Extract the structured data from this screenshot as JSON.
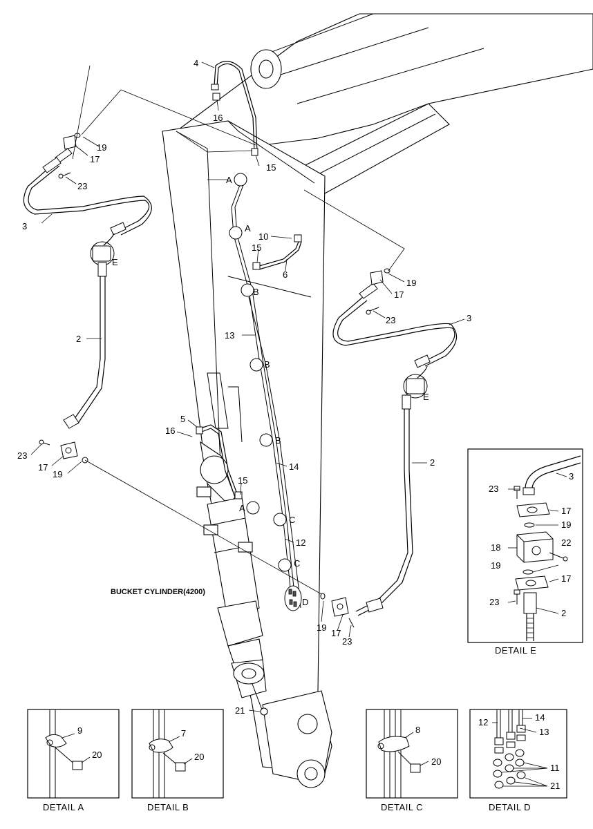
{
  "title": "BUCKET CYLINDER(4200)",
  "callouts": {
    "c_4": "4",
    "c_16_top": "16",
    "c_19_tl": "19",
    "c_17_tl": "17",
    "c_15_top": "15",
    "c_A_top": "A",
    "c_23_tl": "23",
    "c_3_left": "3",
    "c_A_mid": "A",
    "c_10": "10",
    "c_15_mid": "15",
    "c_E_left": "E",
    "c_6": "6",
    "c_19_r": "19",
    "c_B_1": "B",
    "c_17_r": "17",
    "c_23_r": "23",
    "c_3_r": "3",
    "c_2_left": "2",
    "c_13": "13",
    "c_B_2": "B",
    "c_E_r": "E",
    "c_5": "5",
    "c_16_low": "16",
    "c_B_3": "B",
    "c_2_r": "2",
    "c_23_l2": "23",
    "c_17_l2": "17",
    "c_19_l2": "19",
    "c_14": "14",
    "c_15_low": "15",
    "c_A_low": "A",
    "c_C_1": "C",
    "c_12": "12",
    "c_C_2": "C",
    "c_D": "D",
    "c_19_b": "19",
    "c_17_b": "17",
    "c_23_b": "23",
    "c_21": "21"
  },
  "detail_e": {
    "caption": "DETAIL  E",
    "labels": {
      "l23a": "23",
      "l3": "3",
      "l17a": "17",
      "l19a": "19",
      "l18": "18",
      "l22": "22",
      "l19b": "19",
      "l17b": "17",
      "l23b": "23",
      "l2": "2"
    }
  },
  "detail_a": {
    "caption": "DETAIL  A",
    "l1": "9",
    "l2": "20"
  },
  "detail_b": {
    "caption": "DETAIL  B",
    "l1": "7",
    "l2": "20"
  },
  "detail_c": {
    "caption": "DETAIL  C",
    "l1": "8",
    "l2": "20"
  },
  "detail_d": {
    "caption": "DETAIL  D",
    "l12": "12",
    "l14": "14",
    "l13": "13",
    "l11": "11",
    "l21": "21"
  }
}
